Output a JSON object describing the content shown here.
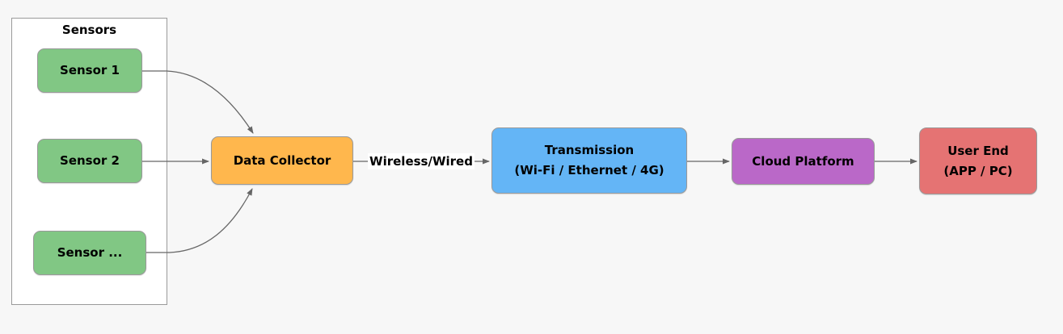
{
  "diagram": {
    "background": "#f7f7f7",
    "arrow_color": "#666666",
    "node_border_color": "#999999",
    "sensors_group": {
      "label": "Sensors",
      "fill": "#ffffff",
      "border_color": "#9a9a9a",
      "items": [
        {
          "label": "Sensor 1",
          "fill": "#81C784"
        },
        {
          "label": "Sensor 2",
          "fill": "#81C784"
        },
        {
          "label": "Sensor ...",
          "fill": "#81C784"
        }
      ]
    },
    "data_collector": {
      "label": "Data Collector",
      "fill": "#FFB74D"
    },
    "edge_label": {
      "text": "Wireless/Wired",
      "background": "#ffffff"
    },
    "transmission": {
      "line1": "Transmission",
      "line2": "(Wi-Fi / Ethernet / 4G)",
      "fill": "#64B5F6"
    },
    "cloud_platform": {
      "label": "Cloud Platform",
      "fill": "#BA68C8"
    },
    "user_end": {
      "line1": "User End",
      "line2": "(APP / PC)",
      "fill": "#E57373"
    }
  }
}
